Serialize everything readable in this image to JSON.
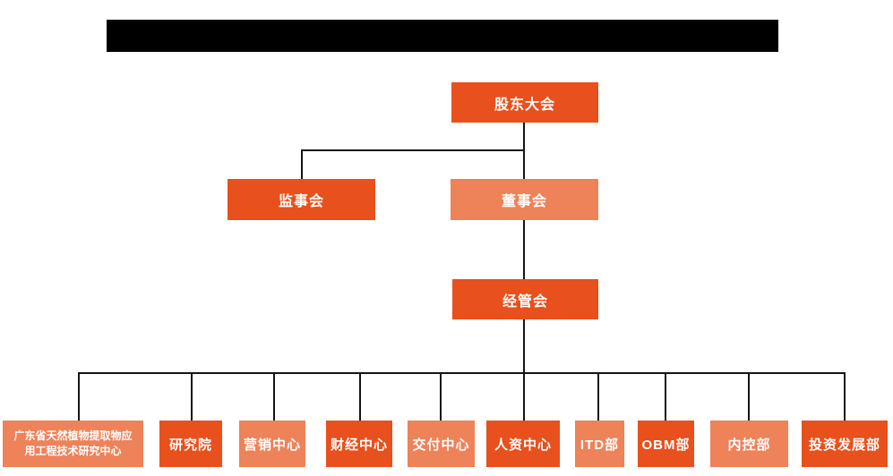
{
  "colors": {
    "dark_orange": "#E8501D",
    "light_orange": "#EE8259",
    "connector_line": "#141414",
    "redaction_bar": "#000000",
    "node_text": "#FFFFFF",
    "background": "#FFFFFF"
  },
  "org_chart": {
    "level1": {
      "label": "股东大会"
    },
    "level2": [
      {
        "label": "监事会"
      },
      {
        "label": "董事会"
      }
    ],
    "level3": {
      "label": "经管会"
    },
    "departments": [
      {
        "label": "广东省天然植物提取物应用工程技术研究中心"
      },
      {
        "label": "研究院"
      },
      {
        "label": "营销中心"
      },
      {
        "label": "财经中心"
      },
      {
        "label": "交付中心"
      },
      {
        "label": "人资中心"
      },
      {
        "label": "ITD部"
      },
      {
        "label": "OBM部"
      },
      {
        "label": "内控部"
      },
      {
        "label": "投资发展部"
      }
    ]
  }
}
